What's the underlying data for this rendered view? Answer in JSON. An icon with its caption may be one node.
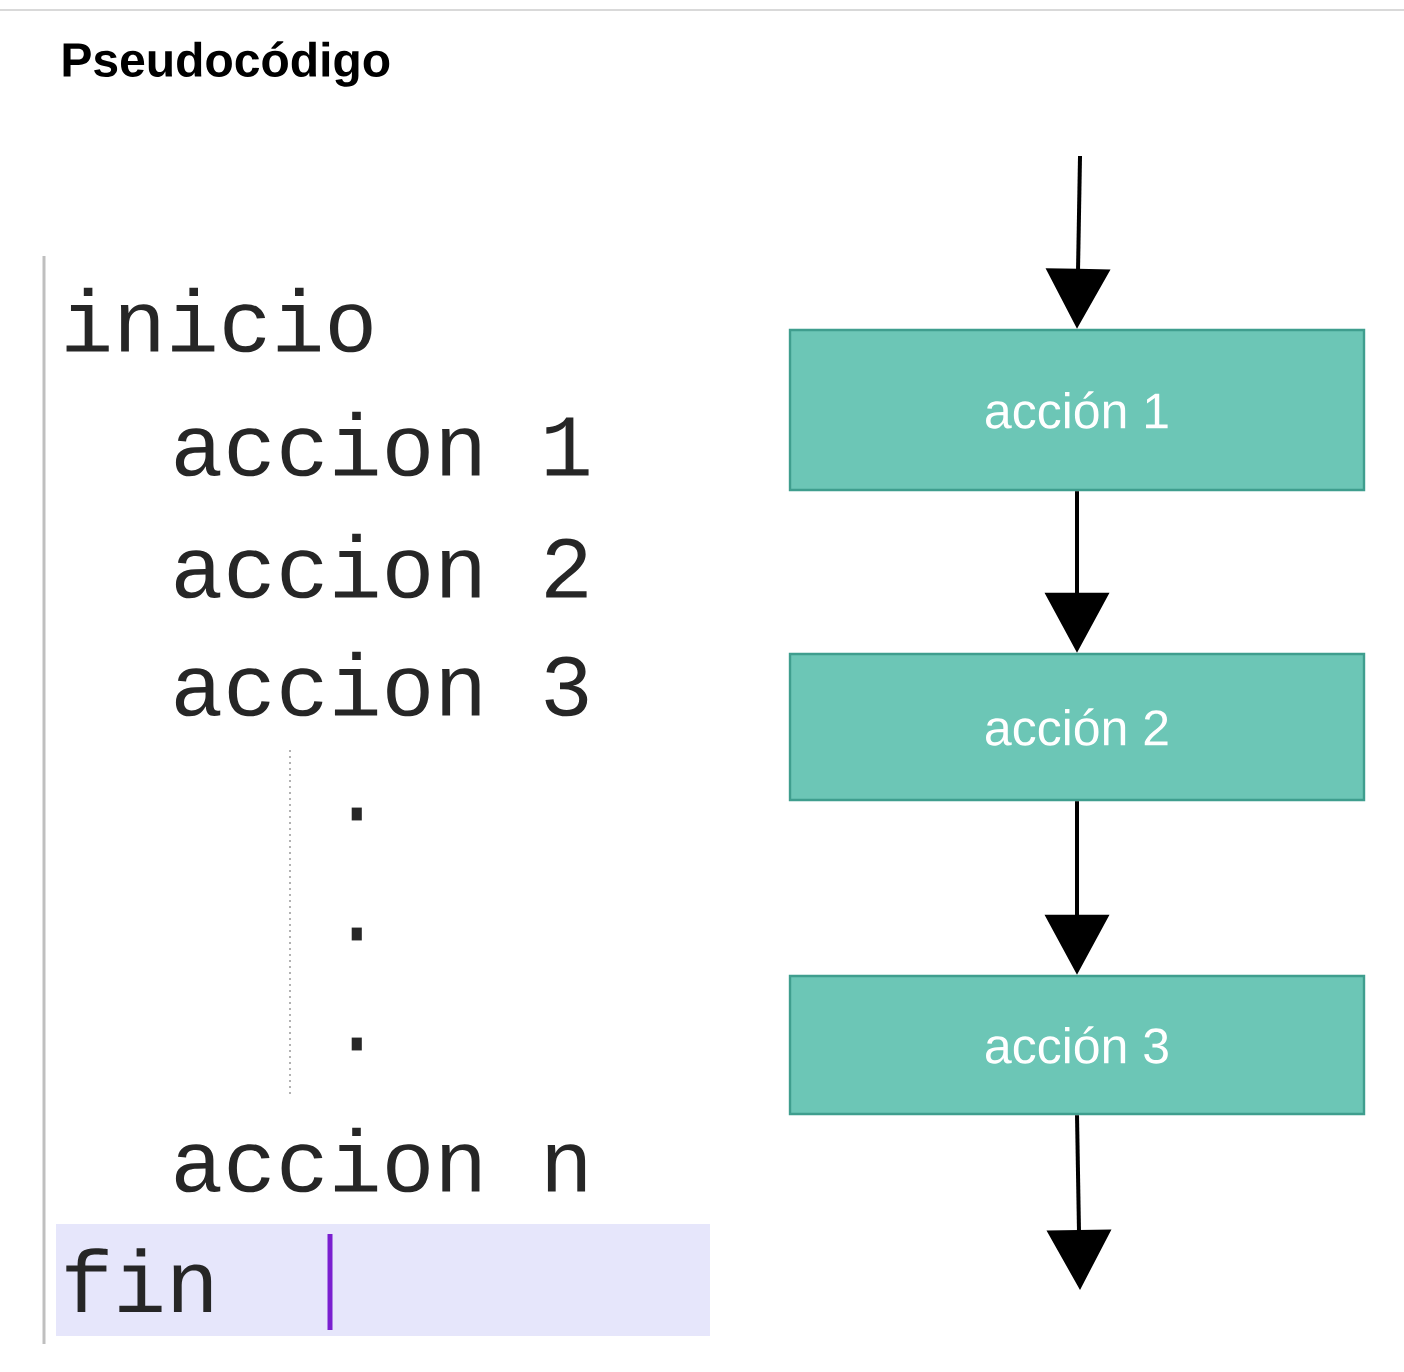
{
  "diagram": {
    "title": "Pseudocódigo",
    "nodes": [
      {
        "text": [
          "acción 1"
        ]
      },
      {
        "text": [
          "acción 2"
        ]
      },
      {
        "text": [
          "acción 3"
        ]
      }
    ],
    "edges": [
      {
        "from": null,
        "to": 0,
        "arrow": "to"
      },
      {
        "from": 0,
        "to": 1,
        "arrow": "to"
      },
      {
        "from": 1,
        "to": 2,
        "arrow": "to"
      },
      {
        "from": 2,
        "to": null,
        "arrow": "to"
      }
    ],
    "labels": [
      "inicio",
      "accion 1",
      "accion 2",
      "accion 3",
      ".",
      ".",
      ".",
      "accion n",
      "fin"
    ]
  }
}
